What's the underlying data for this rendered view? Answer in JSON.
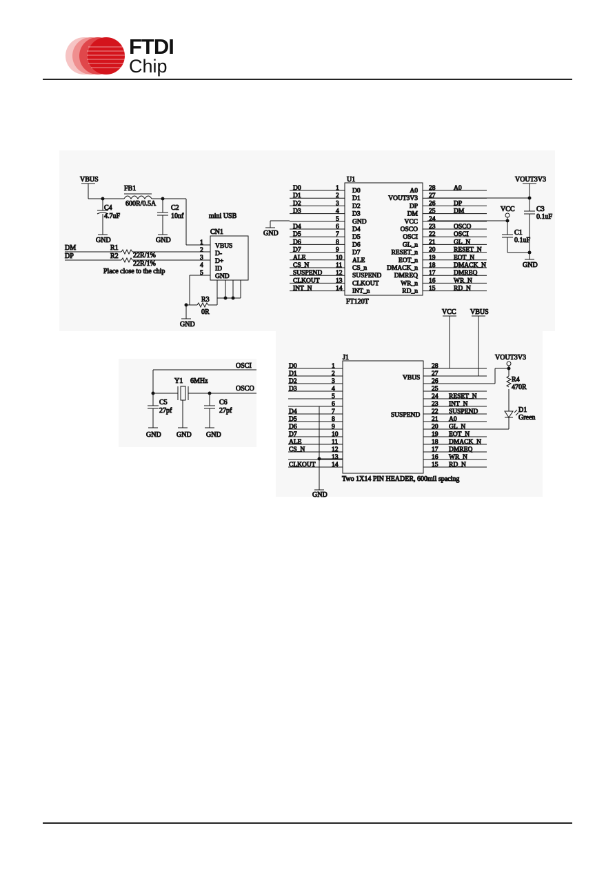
{
  "brand": {
    "line1": "FTDI",
    "line2": "Chip",
    "accent": "#d4141c",
    "ring": "#f2a3a3"
  },
  "u1": {
    "ref": "U1",
    "part": "FT120T",
    "left_pins": [
      {
        "num": "1",
        "name": "D0",
        "net": "D0"
      },
      {
        "num": "2",
        "name": "D1",
        "net": "D1"
      },
      {
        "num": "3",
        "name": "D2",
        "net": "D2"
      },
      {
        "num": "4",
        "name": "D3",
        "net": "D3"
      },
      {
        "num": "5",
        "name": "GND",
        "net": "GND"
      },
      {
        "num": "6",
        "name": "D4",
        "net": "D4"
      },
      {
        "num": "7",
        "name": "D5",
        "net": "D5"
      },
      {
        "num": "8",
        "name": "D6",
        "net": "D6"
      },
      {
        "num": "9",
        "name": "D7",
        "net": "D7"
      },
      {
        "num": "10",
        "name": "ALE",
        "net": "ALE"
      },
      {
        "num": "11",
        "name": "CS_n",
        "net": "CS_N"
      },
      {
        "num": "12",
        "name": "SUSPEND",
        "net": "SUSPEND"
      },
      {
        "num": "13",
        "name": "CLKOUT",
        "net": "CLKOUT"
      },
      {
        "num": "14",
        "name": "INT_n",
        "net": "INT_N"
      }
    ],
    "right_pins": [
      {
        "num": "28",
        "name": "A0",
        "net": "A0"
      },
      {
        "num": "27",
        "name": "VOUT3V3",
        "net": ""
      },
      {
        "num": "26",
        "name": "DP",
        "net": "DP"
      },
      {
        "num": "25",
        "name": "DM",
        "net": "DM"
      },
      {
        "num": "24",
        "name": "VCC",
        "net": ""
      },
      {
        "num": "23",
        "name": "OSCO",
        "net": "OSCO"
      },
      {
        "num": "22",
        "name": "OSCI",
        "net": "OSCI"
      },
      {
        "num": "21",
        "name": "GL_n",
        "net": "GL_N"
      },
      {
        "num": "20",
        "name": "RESET_n",
        "net": "RESET_N"
      },
      {
        "num": "19",
        "name": "EOT_n",
        "net": "EOT_N"
      },
      {
        "num": "18",
        "name": "DMACK_n",
        "net": "DMACK_N"
      },
      {
        "num": "17",
        "name": "DMREQ",
        "net": "DMREQ"
      },
      {
        "num": "16",
        "name": "WR_n",
        "net": "WR_N"
      },
      {
        "num": "15",
        "name": "RD_n",
        "net": "RD_N"
      }
    ]
  },
  "cn1": {
    "ref": "CN1",
    "title": "mini USB",
    "pins": [
      {
        "num": "1",
        "name": "VBUS"
      },
      {
        "num": "2",
        "name": "D-"
      },
      {
        "num": "3",
        "name": "D+"
      },
      {
        "num": "4",
        "name": "ID"
      },
      {
        "num": "5",
        "name": "GND"
      }
    ]
  },
  "usb_section": {
    "vbus": "VBUS",
    "fb1_ref": "FB1",
    "fb1_val": "600R/0.5A",
    "c4_ref": "C4",
    "c4_val": "4.7uF",
    "c2_ref": "C2",
    "c2_val": "10nf",
    "gnd": "GND",
    "dm": "DM",
    "dp": "DP",
    "r1_ref": "R1",
    "r1_val": "22R/1%",
    "r2_ref": "R2",
    "r2_val": "22R/1%",
    "note": "Place close to the chip",
    "r3_ref": "R3",
    "r3_val": "0R"
  },
  "power_section": {
    "vout3v3": "VOUT3V3",
    "vcc": "VCC",
    "c3_ref": "C3",
    "c3_val": "0.1uF",
    "c1_ref": "C1",
    "c1_val": "0.1uF",
    "gnd": "GND"
  },
  "xtal_section": {
    "osci": "OSCI",
    "osco": "OSCO",
    "y1_ref": "Y1",
    "y1_val": "6MHz",
    "c5_ref": "C5",
    "c5_val": "27pf",
    "c6_ref": "C6",
    "c6_val": "27pf",
    "gnd": "GND"
  },
  "j1": {
    "ref": "J1",
    "caption": "Two 1X14 PIN HEADER, 600mil spacing",
    "vbus_label": "VBUS",
    "suspend_label": "SUSPEND",
    "top_vcc": "VCC",
    "top_vbus": "VBUS",
    "gnd": "GND",
    "left_pins": [
      {
        "num": "1",
        "net": "D0"
      },
      {
        "num": "2",
        "net": "D1"
      },
      {
        "num": "3",
        "net": "D2"
      },
      {
        "num": "4",
        "net": "D3"
      },
      {
        "num": "5",
        "net": ""
      },
      {
        "num": "6",
        "net": ""
      },
      {
        "num": "7",
        "net": "D4"
      },
      {
        "num": "8",
        "net": "D5"
      },
      {
        "num": "9",
        "net": "D6"
      },
      {
        "num": "10",
        "net": "D7"
      },
      {
        "num": "11",
        "net": "ALE"
      },
      {
        "num": "12",
        "net": "CS_N"
      },
      {
        "num": "13",
        "net": ""
      },
      {
        "num": "14",
        "net": "CLKOUT"
      }
    ],
    "right_pins": [
      {
        "num": "28",
        "net": ""
      },
      {
        "num": "27",
        "net": ""
      },
      {
        "num": "26",
        "net": ""
      },
      {
        "num": "25",
        "net": ""
      },
      {
        "num": "24",
        "net": "RESET_N"
      },
      {
        "num": "23",
        "net": "INT_N"
      },
      {
        "num": "22",
        "net": "SUSPEND"
      },
      {
        "num": "21",
        "net": "A0"
      },
      {
        "num": "20",
        "net": "GL_N"
      },
      {
        "num": "19",
        "net": "EOT_N"
      },
      {
        "num": "18",
        "net": "DMACK_N"
      },
      {
        "num": "17",
        "net": "DMREQ"
      },
      {
        "num": "16",
        "net": "WR_N"
      },
      {
        "num": "15",
        "net": "RD_N"
      }
    ],
    "led_vout": "VOUT3V3",
    "r4_ref": "R4",
    "r4_val": "470R",
    "d1_ref": "D1",
    "d1_val": "Green"
  }
}
